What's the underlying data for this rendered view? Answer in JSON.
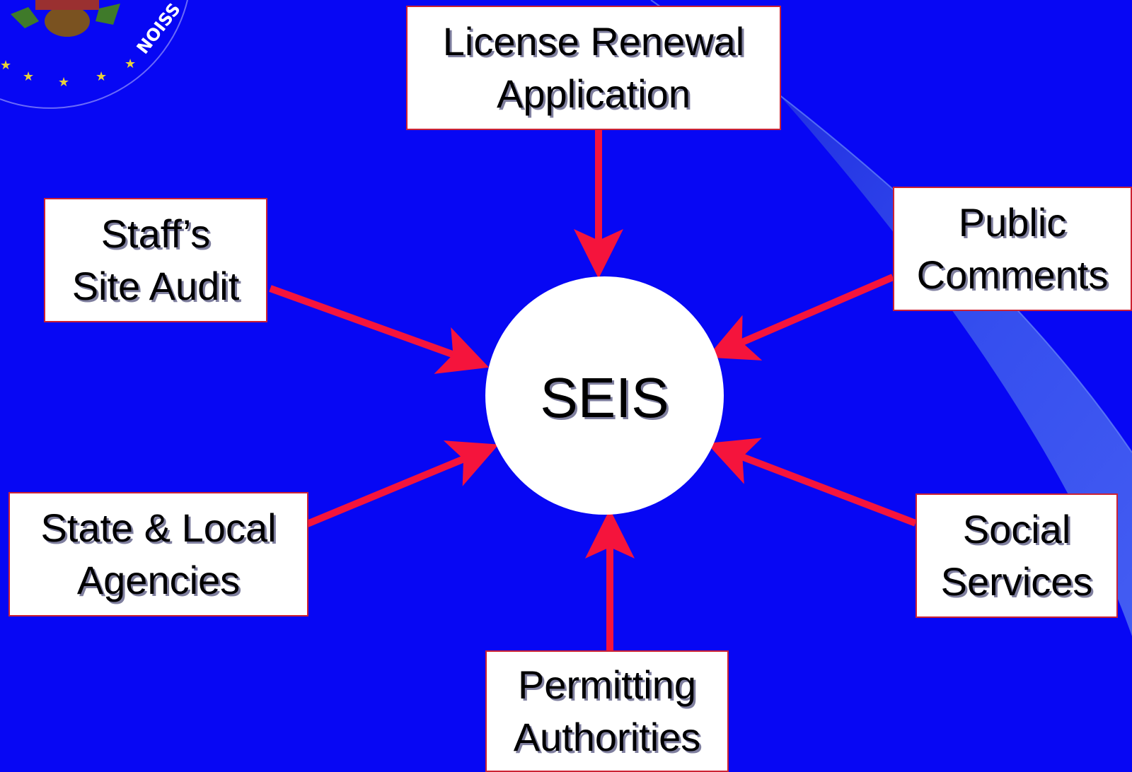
{
  "diagram": {
    "center_label": "SEIS",
    "inputs": [
      {
        "id": "license-renewal",
        "lines": [
          "License Renewal",
          "Application"
        ]
      },
      {
        "id": "staff-site-audit",
        "lines": [
          "Staff’s",
          "Site Audit"
        ]
      },
      {
        "id": "public-comments",
        "lines": [
          "Public",
          "Comments"
        ]
      },
      {
        "id": "state-local-agencies",
        "lines": [
          "State & Local",
          "Agencies"
        ]
      },
      {
        "id": "social-services",
        "lines": [
          "Social",
          "Services"
        ]
      },
      {
        "id": "permitting-authorities",
        "lines": [
          "Permitting",
          "Authorities"
        ]
      }
    ],
    "colors": {
      "background": "#0707f4",
      "arrow": "#f5143c",
      "box_border": "#cc2233",
      "box_fill": "#ffffff"
    },
    "seal_icon": "agency-seal-icon"
  }
}
